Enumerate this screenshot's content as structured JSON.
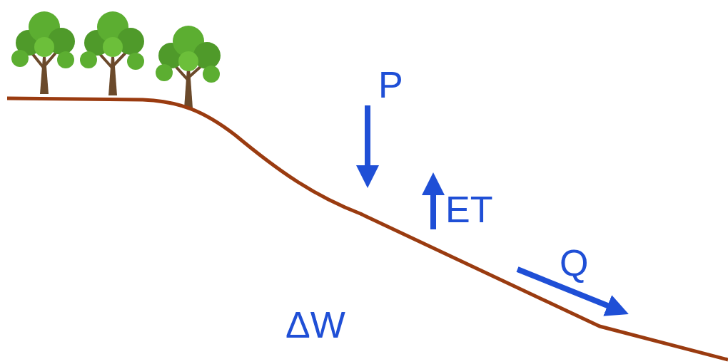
{
  "diagram": {
    "labels": [
      "P",
      "ET",
      "Q",
      "ΔW"
    ]
  }
}
